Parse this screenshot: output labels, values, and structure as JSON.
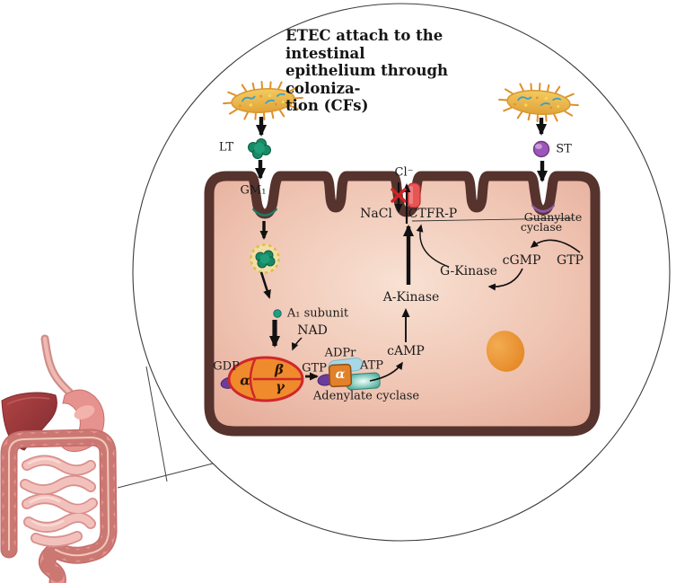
{
  "figure": {
    "title_lines": [
      "ETEC attach to the intestinal",
      "epithelium through coloniza-",
      "tion (CFs)"
    ]
  },
  "labels": {
    "lt": "LT",
    "gm1": "GM₁",
    "a1_subunit": "A₁ subunit",
    "nad": "NAD",
    "gdp": "GDP",
    "gtp_left": "GTP",
    "adpr": "ADPr",
    "atp": "ATP",
    "adenylate_cyclase": "Adenylate cyclase",
    "camp": "cAMP",
    "a_kinase": "A-Kinase",
    "nacl": "NaCl",
    "ctfr_p": "CTFR-P",
    "cl_minus": "Cl⁻",
    "guanylate_line1": "Guanylate",
    "guanylate_line2": "cyclase",
    "cgmp": "cGMP",
    "gtp_right": "GTP",
    "g_kinase": "G-Kinase",
    "st": "ST",
    "alpha": "α",
    "beta": "β",
    "gamma": "γ",
    "alpha_square": "α"
  },
  "colors": {
    "membrane": "#57332E",
    "cytoplasm": "#E9B2A0",
    "toxin_green": "#178A66",
    "bacterium_body": "#EDBA4E",
    "g_protein_orange": "#EF8B2D",
    "g_protein_outline": "#D0262B",
    "nucleotide_purple": "#6A3C9C",
    "cftr_red": "#E04848",
    "blocked_x_red": "#D32323",
    "st_purple": "#9C55B8",
    "atp_teal": "#4BAB9B",
    "adpr_blue": "#A8D8E6",
    "nucleus_orange": "#E78A2E"
  }
}
